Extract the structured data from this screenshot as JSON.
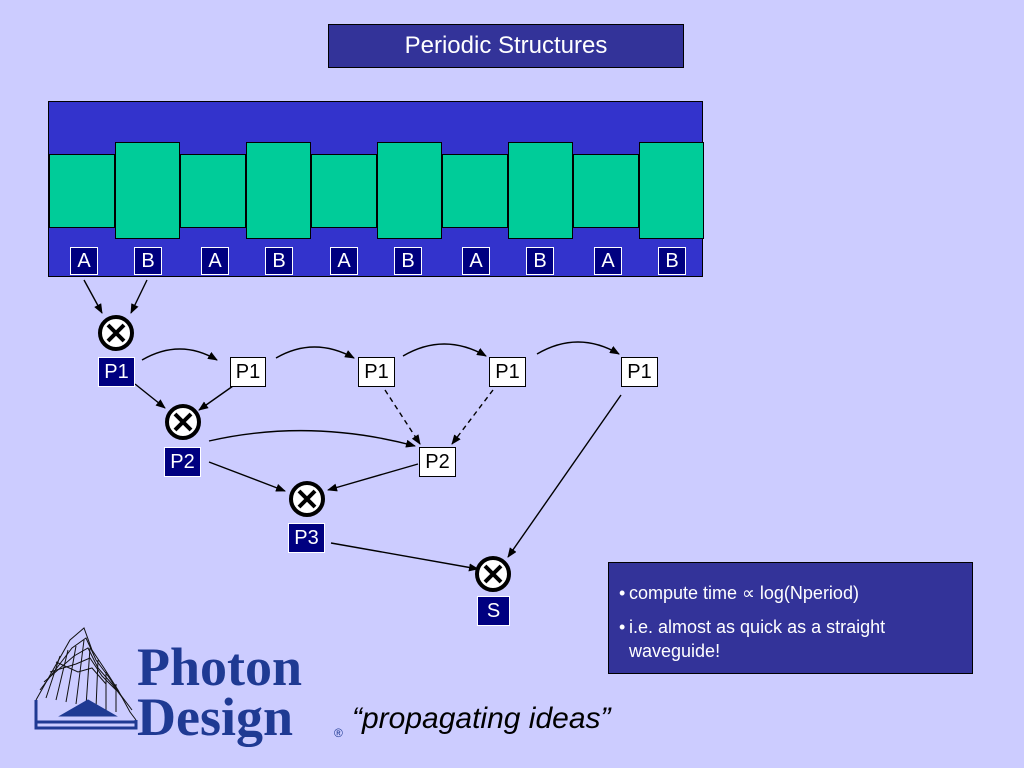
{
  "title": "Periodic Structures",
  "section_labels": [
    "A",
    "B",
    "A",
    "B",
    "A",
    "B",
    "A",
    "B",
    "A",
    "B"
  ],
  "nodes": {
    "p1_main": "P1",
    "p1_copies": [
      "P1",
      "P1",
      "P1",
      "P1"
    ],
    "p2_main": "P2",
    "p2_copy": "P2",
    "p3": "P3",
    "s": "S"
  },
  "operator_symbol": "⊗",
  "info": {
    "line1": "compute time ∝ log(Nperiod)",
    "line2": "i.e. almost as quick as a straight waveguide!",
    "bullet": "•"
  },
  "logo": {
    "word1": "Photon",
    "word2": "Design",
    "registered": "®"
  },
  "tagline": "“propagating ideas”",
  "colors": {
    "background": "#ccccff",
    "title_fill": "#333399",
    "waveguide_cladding": "#3333cc",
    "waveguide_core": "#00cc99",
    "label_fill": "#000080",
    "logo_blue": "#1f3a93"
  }
}
